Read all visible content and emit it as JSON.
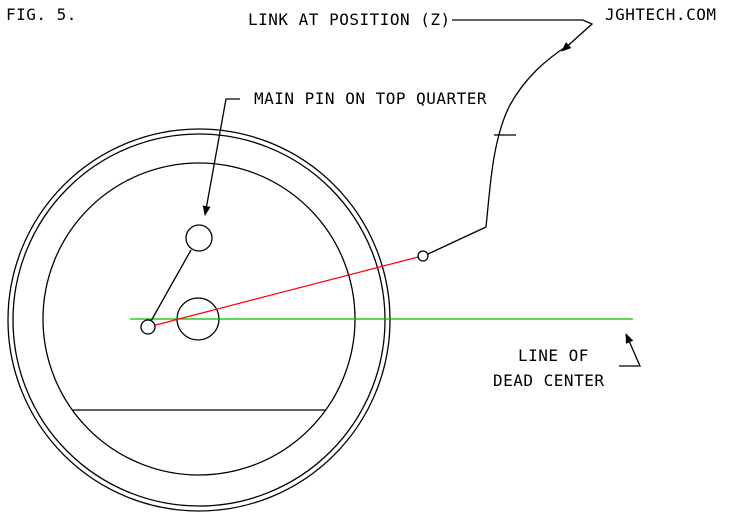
{
  "labels": {
    "fig": "FIG. 5.",
    "source": "JGHTECH.COM",
    "link_position": "LINK AT POSITION (Z)",
    "main_pin": "MAIN PIN ON TOP QUARTER",
    "dead_center_line1": "LINE OF",
    "dead_center_line2": "DEAD CENTER"
  },
  "colors": {
    "ink": "#000000",
    "connecting_rod": "#ff0000",
    "dead_center_line": "#00c000"
  }
}
